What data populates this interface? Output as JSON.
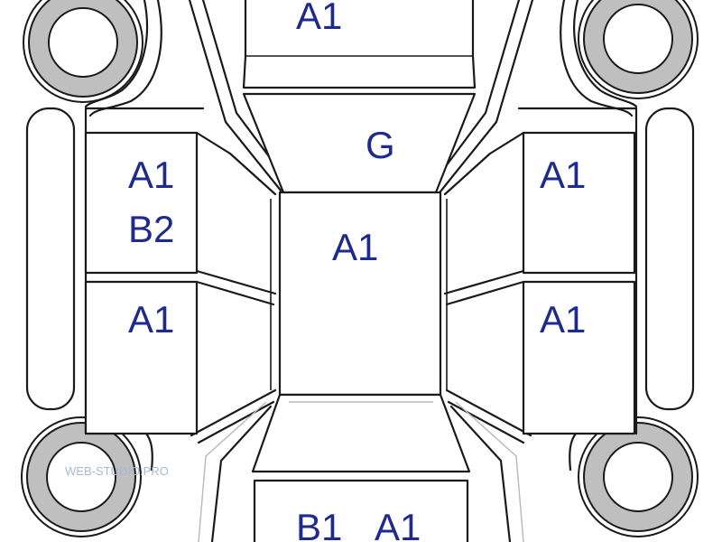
{
  "colors": {
    "code_text": "#1e2a8c",
    "line": "#1a1a1a",
    "tire": "#bfbfbf",
    "watermark": "#a9b8d6"
  },
  "panels": {
    "hood": "A1",
    "windshield": "G",
    "roof": "A1",
    "left_front_door_line1": "A1",
    "left_front_door_line2": "B2",
    "left_rear_door": "A1",
    "right_front_door": "A1",
    "right_rear_door": "A1",
    "trunk_left": "B1",
    "trunk_right": "A1"
  },
  "watermark": "WEB-STUDIO.PRO"
}
